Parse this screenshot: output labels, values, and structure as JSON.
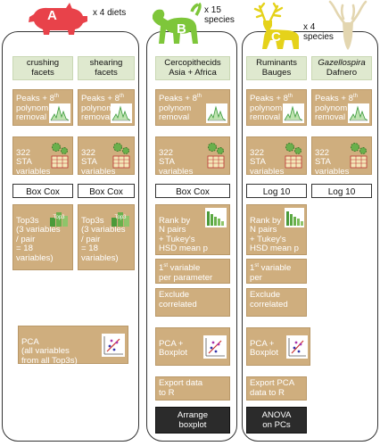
{
  "colors": {
    "tan": "#cfae7e",
    "green": "#dfe9cf",
    "dark": "#2b2b2b",
    "animal_a": "#e8424a",
    "animal_b": "#7ec63a",
    "animal_c": "#e5d21a",
    "skull": "#e3d6b0"
  },
  "panel_a": {
    "letter": "A",
    "count": "x 4 diets",
    "col1": {
      "header": "crushing\nfacets",
      "peaks": "Peaks + 8",
      "peaks_sup": "th",
      "peaks2": "polynom\nremoval",
      "sta": "322\nSTA\nvariables",
      "transform": "Box Cox",
      "top": "Top3s\n(3 variables\n/ pair\n= 18\nvariables)"
    },
    "col2": {
      "header": "shearing\nfacets",
      "peaks": "Peaks + 8",
      "peaks_sup": "th",
      "peaks2": "polynom\nremoval",
      "sta": "322\nSTA\nvariables",
      "transform": "Box Cox",
      "top": "Top3s\n(3 variables\n/ pair\n= 18\nvariables)"
    },
    "pca": "PCA\n(all variables\nfrom all Top3s)"
  },
  "panel_b": {
    "letter": "B",
    "count": "x 15\nspecies",
    "header": "Cercopithecids\nAsia + Africa",
    "peaks": "Peaks + 8",
    "peaks_sup": "th",
    "peaks2": "polynom\nremoval",
    "sta": "322\nSTA\nvariables",
    "transform": "Box Cox",
    "rank": "Rank by\nN pairs\n+ Tukey's\nHSD mean p",
    "first": "1",
    "first_sup": "st",
    "first2": " variable\nper parameter",
    "exclude": "Exclude\ncorrelated",
    "pca": "PCA +\nBoxplot",
    "export": "Export data\nto R",
    "final": "Arrange\nboxplot"
  },
  "panel_c": {
    "letter": "C",
    "count": "x 4\nspecies",
    "col1": {
      "header": "Ruminants\nBauges",
      "peaks": "Peaks + 8",
      "peaks_sup": "th",
      "peaks2": "polynom\nremoval",
      "sta": "322\nSTA\nvariables",
      "transform": "Log 10",
      "rank": "Rank by\nN pairs\n+ Tukey's\nHSD mean p",
      "first": "1",
      "first_sup": "st",
      "first2": " variable\nper parameter",
      "exclude": "Exclude\ncorrelated",
      "pca": "PCA +\nBoxplot",
      "export": "Export PCA\ndata to R",
      "final": "ANOVA\non PCs"
    },
    "col2": {
      "header_italic": "Gazellospira",
      "header2": "Dafnero",
      "peaks": "Peaks + 8",
      "peaks_sup": "th",
      "peaks2": "polynom\nremoval",
      "sta": "322\nSTA\nvariables",
      "transform": "Log 10"
    },
    "plus": "+"
  },
  "icon_labels": {
    "top": "Top3"
  }
}
